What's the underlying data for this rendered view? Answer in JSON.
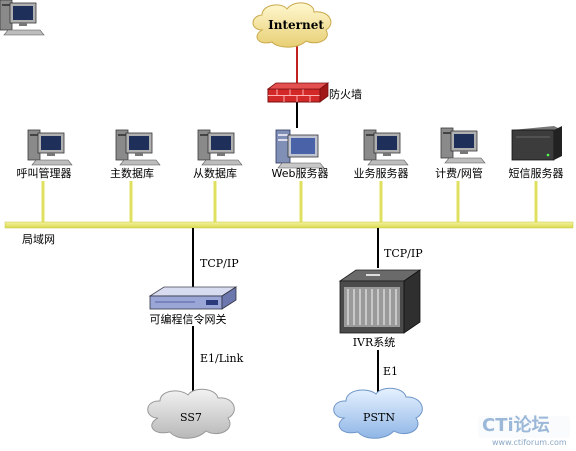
{
  "internet": {
    "label": "Internet"
  },
  "firewall": {
    "label": "防火墙"
  },
  "servers": [
    {
      "label": "呼叫管理器"
    },
    {
      "label": "主数据库"
    },
    {
      "label": "从数据库"
    },
    {
      "label": "Web服务器"
    },
    {
      "label": "业务服务器"
    },
    {
      "label": "计费/网管"
    },
    {
      "label": "短信服务器"
    }
  ],
  "lan": {
    "label": "局域网"
  },
  "links": {
    "left_tcp": "TCP/IP",
    "right_tcp": "TCP/IP",
    "e1_link": "E1/Link",
    "e1": "E1"
  },
  "gateway": {
    "label": "可编程信令网关"
  },
  "ivr": {
    "label": "IVR系统"
  },
  "ss7": {
    "label": "SS7"
  },
  "pstn": {
    "label": "PSTN"
  },
  "watermark": {
    "brand": "CTi论坛",
    "url": "www.ctiforum.com"
  },
  "colors": {
    "lan_bar": "#e8e870",
    "link_line": "#000000",
    "firewall": "#cc2222",
    "cloud_gold": "#f5e6a0",
    "cloud_blue": "#bcd6f2",
    "cloud_grey": "#d6d6d6"
  }
}
